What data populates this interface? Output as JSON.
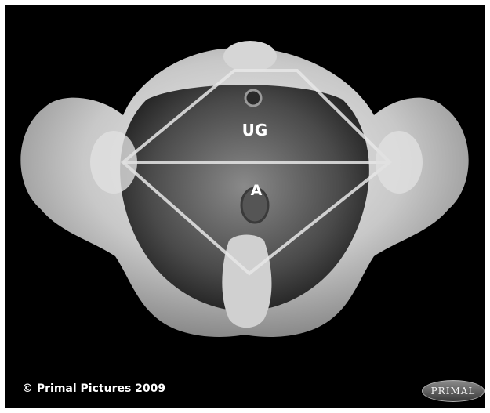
{
  "labels": {
    "urogenital": "UG",
    "anal": "A"
  },
  "footer": {
    "copyright": "© Primal Pictures 2009",
    "logo_text": "PRIMAL"
  },
  "colors": {
    "background": "#000000",
    "bone": "#d8d8d8",
    "muscle": "#6a6a6a",
    "outline": "#e6e6e6"
  }
}
